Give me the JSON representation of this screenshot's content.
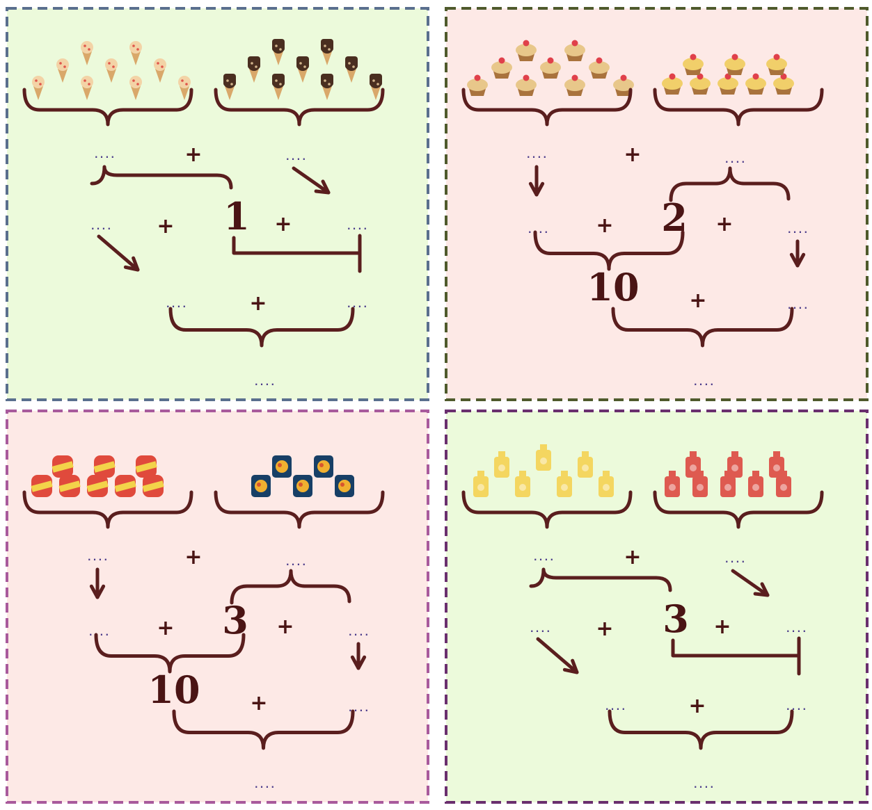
{
  "blank_text": "....",
  "plus_sign": "+",
  "colors": {
    "line": "#5a1e1e",
    "blank": "#4a3a8a"
  },
  "panels": [
    {
      "id": "ice-cream",
      "background": "#ecfadb",
      "border": "#5a6f8e",
      "variant": "right-angle",
      "given_number": "1",
      "items": [
        {
          "name": "cream-ice-cream-icon",
          "count": 9,
          "color": "#f3d3a6"
        },
        {
          "name": "chocolate-ice-cream-icon",
          "count": 9,
          "color": "#4a2e20"
        }
      ]
    },
    {
      "id": "cupcakes",
      "background": "#fde9e6",
      "border": "#4f5a2c",
      "variant": "make-ten",
      "given_number": "2",
      "ten_number": "10",
      "items": [
        {
          "name": "cupcake-icon",
          "count": 9,
          "color": "#e8c78a"
        },
        {
          "name": "yellow-cupcake-icon",
          "count": 8,
          "color": "#f1cf6a"
        }
      ]
    },
    {
      "id": "candies",
      "background": "#fde9e6",
      "border": "#a85a9c",
      "variant": "make-ten",
      "given_number": "3",
      "ten_number": "10",
      "items": [
        {
          "name": "striped-candy-icon",
          "count": 8,
          "color": "#e04a3c"
        },
        {
          "name": "blue-cookie-box-icon",
          "count": 5,
          "color": "#173f66"
        }
      ]
    },
    {
      "id": "sauces",
      "background": "#ecfadb",
      "border": "#6a2f6e",
      "variant": "right-angle",
      "given_number": "3",
      "items": [
        {
          "name": "mustard-bottle-icon",
          "count": 7,
          "color": "#f4d660"
        },
        {
          "name": "ketchup-bottle-icon",
          "count": 8,
          "color": "#de5a50"
        }
      ]
    }
  ]
}
